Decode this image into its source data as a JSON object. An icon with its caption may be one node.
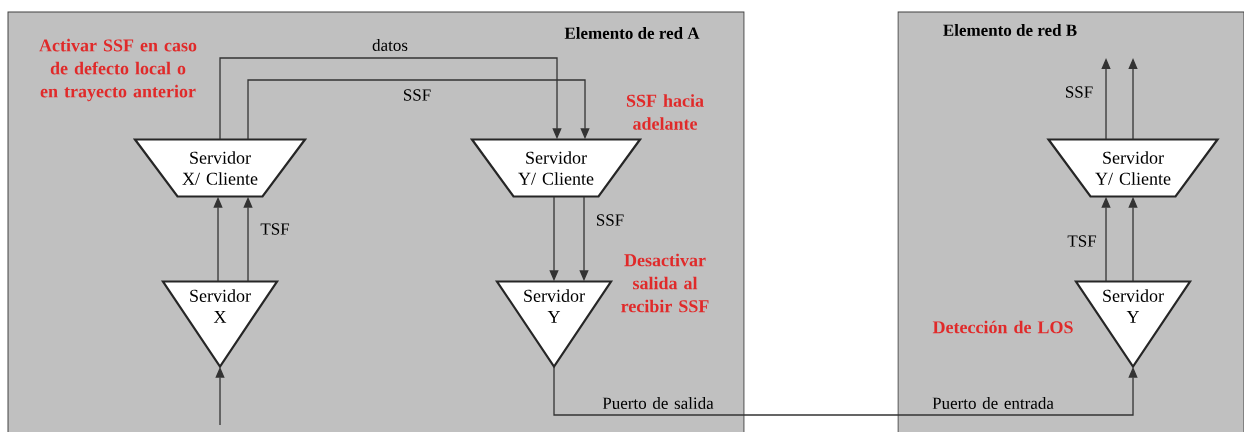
{
  "diagram": {
    "nodes": [
      {
        "text": [
          "Elemento de red A"
        ]
      },
      {
        "text": [
          "Servidor X/ Cliente"
        ],
        "in": 0
      },
      {
        "text": [
          "Servidor Y/ Cliente"
        ],
        "in": 0
      },
      {
        "text": [
          "Servidor X"
        ],
        "in": 0
      },
      {
        "text": [
          "Servidor Y"
        ],
        "in": 0
      },
      {
        "text": [
          "Elemento de red B"
        ]
      },
      {
        "text": [
          "Servidor Y/ Cliente"
        ],
        "in": 5
      },
      {
        "text": [
          "Servidor Y"
        ],
        "in": 5
      }
    ],
    "edges": [
      {
        "from": null,
        "to": 3,
        "arrow": "to"
      },
      {
        "from": 3,
        "to": 1,
        "arrow": "to"
      },
      {
        "from": 3,
        "to": 1,
        "arrow": "to",
        "label": "TSF"
      },
      {
        "from": 1,
        "to": 2,
        "arrow": "to",
        "label": "datos"
      },
      {
        "from": 1,
        "to": 2,
        "arrow": "to",
        "label": "SSF"
      },
      {
        "from": 2,
        "to": 4,
        "arrow": "to"
      },
      {
        "from": 2,
        "to": 4,
        "arrow": "to",
        "label": "SSF"
      },
      {
        "from": 4,
        "to": 7,
        "arrow": "to"
      },
      {
        "from": 7,
        "to": 6,
        "arrow": "to",
        "label": "TSF"
      },
      {
        "from": 7,
        "to": 6,
        "arrow": "to"
      },
      {
        "from": 6,
        "to": null,
        "arrow": "to",
        "label": "SSF"
      },
      {
        "from": 6,
        "to": null,
        "arrow": "to"
      }
    ],
    "labels": [
      "Activar SSF en caso de defecto local o en trayecto anterior",
      "SSF hacia adelante",
      "Desactivar salida al recibir SSF",
      "Detección de LOS",
      "Puerto de salida",
      "Puerto de entrada"
    ]
  }
}
